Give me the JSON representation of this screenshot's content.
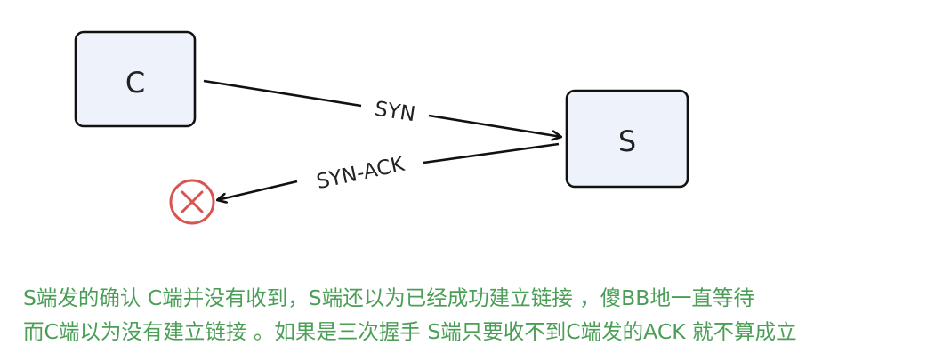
{
  "diagram": {
    "nodes": [
      {
        "id": "client",
        "label": "C"
      },
      {
        "id": "server",
        "label": "S"
      }
    ],
    "edges": [
      {
        "from": "client",
        "to": "server",
        "label": "SYN"
      },
      {
        "from": "server",
        "to": "client",
        "label": "SYN-ACK",
        "status": "failed"
      }
    ],
    "colors": {
      "node_fill": "#eef2fb",
      "node_stroke": "#111111",
      "arrow": "#111111",
      "fail_icon": "#d9534f",
      "caption_text": "#4a9e56"
    },
    "icons": {
      "fail": "close-circle-icon"
    }
  },
  "caption": {
    "line1": "S端发的确认 C端并没有收到，S端还以为已经成功建立链接 ，傻BB地一直等待",
    "line2": "而C端以为没有建立链接 。如果是三次握手 S端只要收不到C端发的ACK 就不算成立"
  }
}
